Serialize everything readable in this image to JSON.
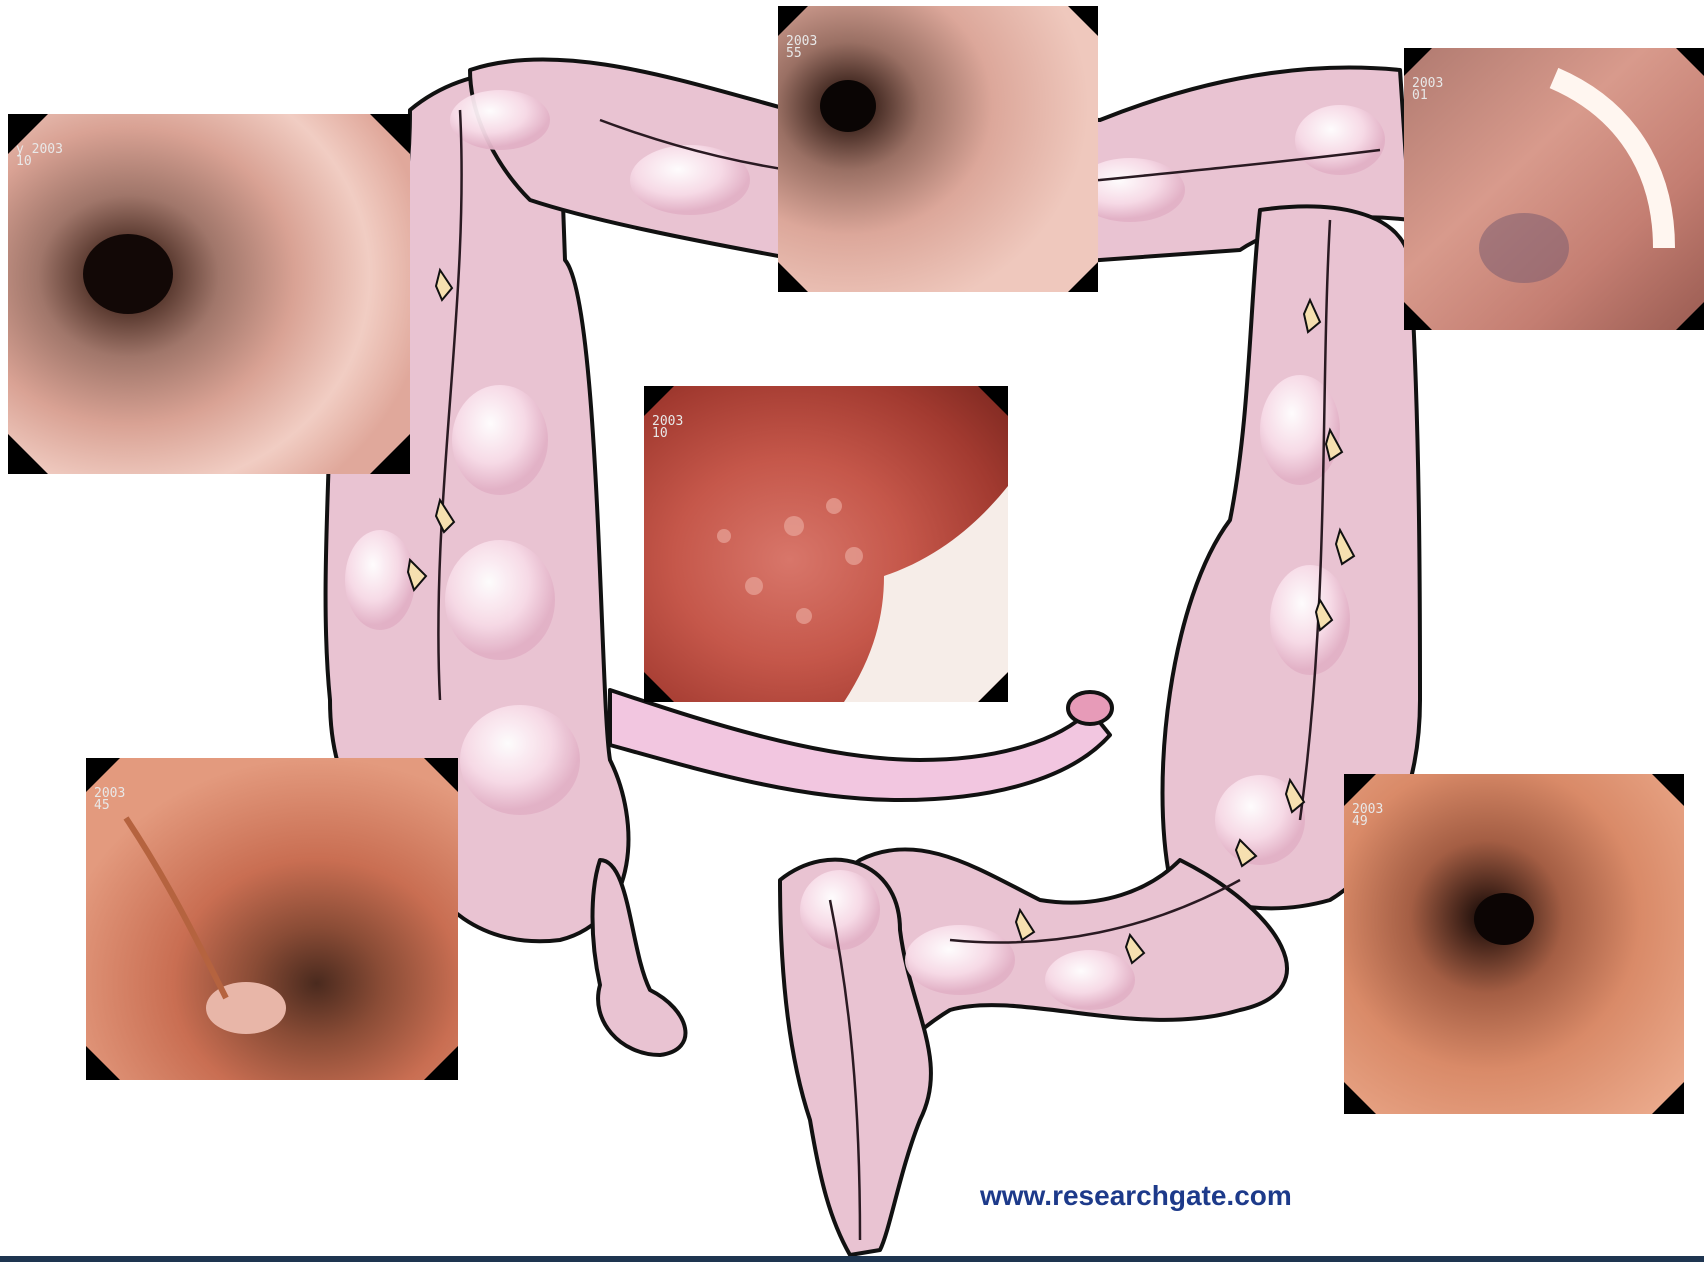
{
  "watermark": "www.researchgate.com",
  "photos": [
    {
      "id": "photo-top-left",
      "stamp": [
        "y 2003",
        "10"
      ]
    },
    {
      "id": "photo-top-center",
      "stamp": [
        "2003",
        "55"
      ]
    },
    {
      "id": "photo-top-right",
      "stamp": [
        "2003",
        "01"
      ]
    },
    {
      "id": "photo-center",
      "stamp": [
        "2003",
        "10"
      ]
    },
    {
      "id": "photo-bottom-left",
      "stamp": [
        "2003",
        "45"
      ]
    },
    {
      "id": "photo-bottom-right",
      "stamp": [
        "2003",
        "49"
      ]
    }
  ],
  "colors": {
    "colon_fill": "#e9c3d2",
    "colon_shadow": "#c98aa8",
    "colon_highlight": "#fbecf3",
    "outline": "#111111",
    "fat_tag": "#f6e0b0",
    "mucosa_pink": "#d9847c",
    "mucosa_red": "#c0453a",
    "watermark": "#1d3a8a"
  }
}
